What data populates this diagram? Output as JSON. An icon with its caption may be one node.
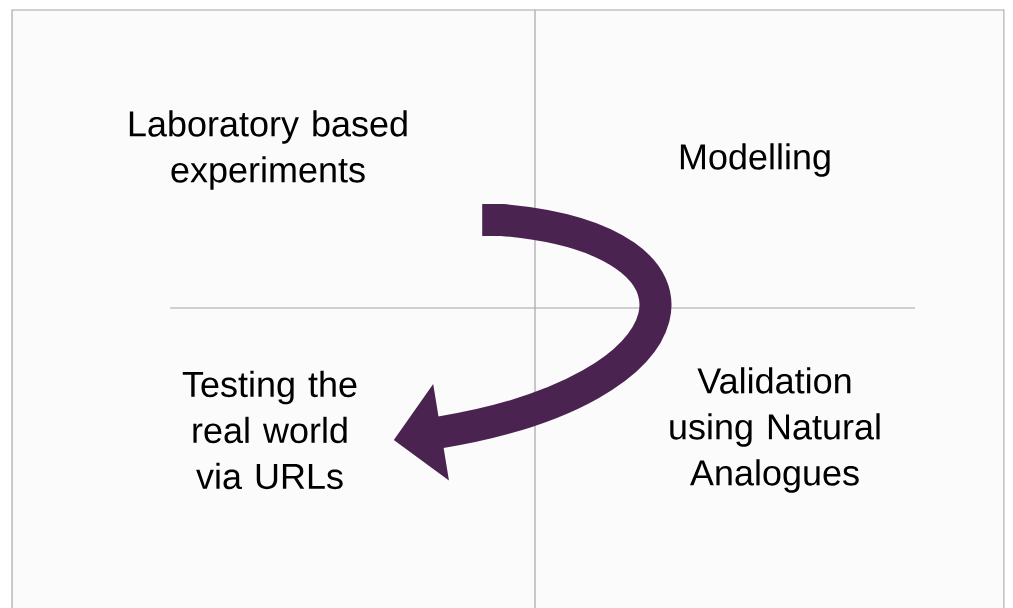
{
  "diagram": {
    "nodes": [
      {
        "text": [
          "Laboratory based experiments"
        ]
      },
      {
        "text": [
          "Modelling"
        ]
      },
      {
        "text": [
          "Testing the real world via URLs"
        ]
      },
      {
        "text": [
          "Validation using Natural Analogues"
        ]
      }
    ],
    "edges": [
      {
        "from": 0,
        "to": 2,
        "arrow": "to"
      }
    ]
  }
}
